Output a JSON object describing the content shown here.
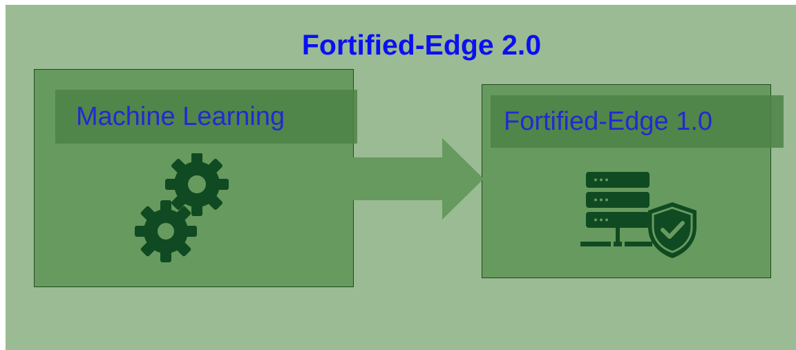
{
  "title": "Fortified-Edge 2.0",
  "nodes": [
    {
      "id": "ml",
      "label": "Machine Learning",
      "icon": "gears-icon"
    },
    {
      "id": "fe1",
      "label": "Fortified-Edge 1.0",
      "icon": "server-shield-icon"
    }
  ],
  "edges": [
    {
      "from": "ml",
      "to": "fe1",
      "style": "block-arrow"
    }
  ],
  "colors": {
    "background": "#9bbb94",
    "box_fill": "#679a5e",
    "label_band": "#4d8346",
    "icon": "#0f4a22",
    "title_text": "#0b10f2",
    "label_text": "#1616e8"
  }
}
